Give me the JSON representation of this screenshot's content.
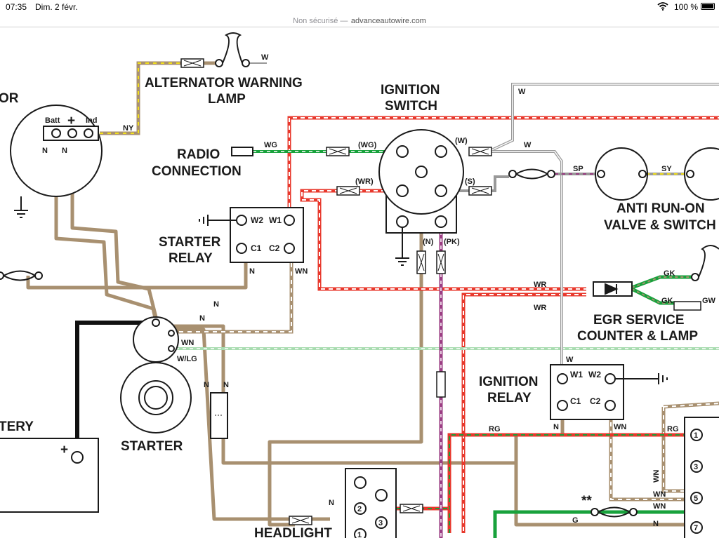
{
  "status_bar": {
    "time": "07:35",
    "date": "Dim. 2 févr.",
    "battery_percent": "100 %",
    "battery_level": 1.0
  },
  "url_bar": {
    "security_label": "Non sécurisé —",
    "domain": "advanceautowire.com"
  },
  "diagram": {
    "components": {
      "alternator_partial": "OR",
      "alternator_terminals": [
        "Batt",
        "+",
        "Ind"
      ],
      "alternator_warning_lamp": [
        "ALTERNATOR WARNING",
        "LAMP"
      ],
      "ignition_switch": [
        "IGNITION",
        "SWITCH"
      ],
      "radio_connection": [
        "RADIO",
        "CONNECTION"
      ],
      "starter_relay": [
        "STARTER",
        "RELAY"
      ],
      "starter_relay_terminals": [
        "W2",
        "W1",
        "C1",
        "C2"
      ],
      "anti_run_on": [
        "ANTI RUN-ON",
        "VALVE & SWITCH"
      ],
      "egr_service": [
        "EGR SERVICE",
        "COUNTER & LAMP"
      ],
      "ignition_relay": [
        "IGNITION",
        "RELAY"
      ],
      "ignition_relay_terminals": [
        "W1",
        "W2",
        "C1",
        "C2"
      ],
      "starter": "STARTER",
      "battery_partial": "TERY",
      "battery_plus": "+",
      "headlight_partial": "HEADLIGHT",
      "headlight_pins": [
        "2",
        "3",
        "1"
      ],
      "right_connector_pins": [
        "1",
        "3",
        "5",
        "7"
      ],
      "double_star": "**"
    },
    "wire_labels": {
      "w_top": "W",
      "w_right": "W",
      "w_switch": "W",
      "ny": "NY",
      "wg": "WG",
      "wg_paren": "(WG)",
      "w_paren": "(W)",
      "wr_paren": "(WR)",
      "s_paren": "(S)",
      "n_paren": "(N)",
      "pk_paren": "(PK)",
      "sp": "SP",
      "sy": "SY",
      "gk1": "GK",
      "gk2": "GK",
      "gw": "GW",
      "wr1": "WR",
      "wr2": "WR",
      "alt_n1": "N",
      "alt_n2": "N",
      "sr_n": "N",
      "sr_wn": "WN",
      "st_n1": "N",
      "st_n2": "N",
      "st_wn": "WN",
      "st_wlg": "W/LG",
      "st_n3": "N",
      "st_n4": "N",
      "ir_w": "W",
      "ir_n": "N",
      "ir_wn": "WN",
      "rg1": "RG",
      "rg2": "RG",
      "hl_n": "N",
      "g": "G",
      "wn_v": "WN",
      "wn_a": "WN",
      "wn_b": "WN",
      "n_bot": "N"
    },
    "colors": {
      "brown": "#a89070",
      "black": "#111111",
      "red": "#e8382c",
      "green": "#18a23c",
      "grey": "#999999",
      "purple": "#9b3d83",
      "yellow": "#f2e01b",
      "light_green": "#a8dcb0"
    }
  }
}
